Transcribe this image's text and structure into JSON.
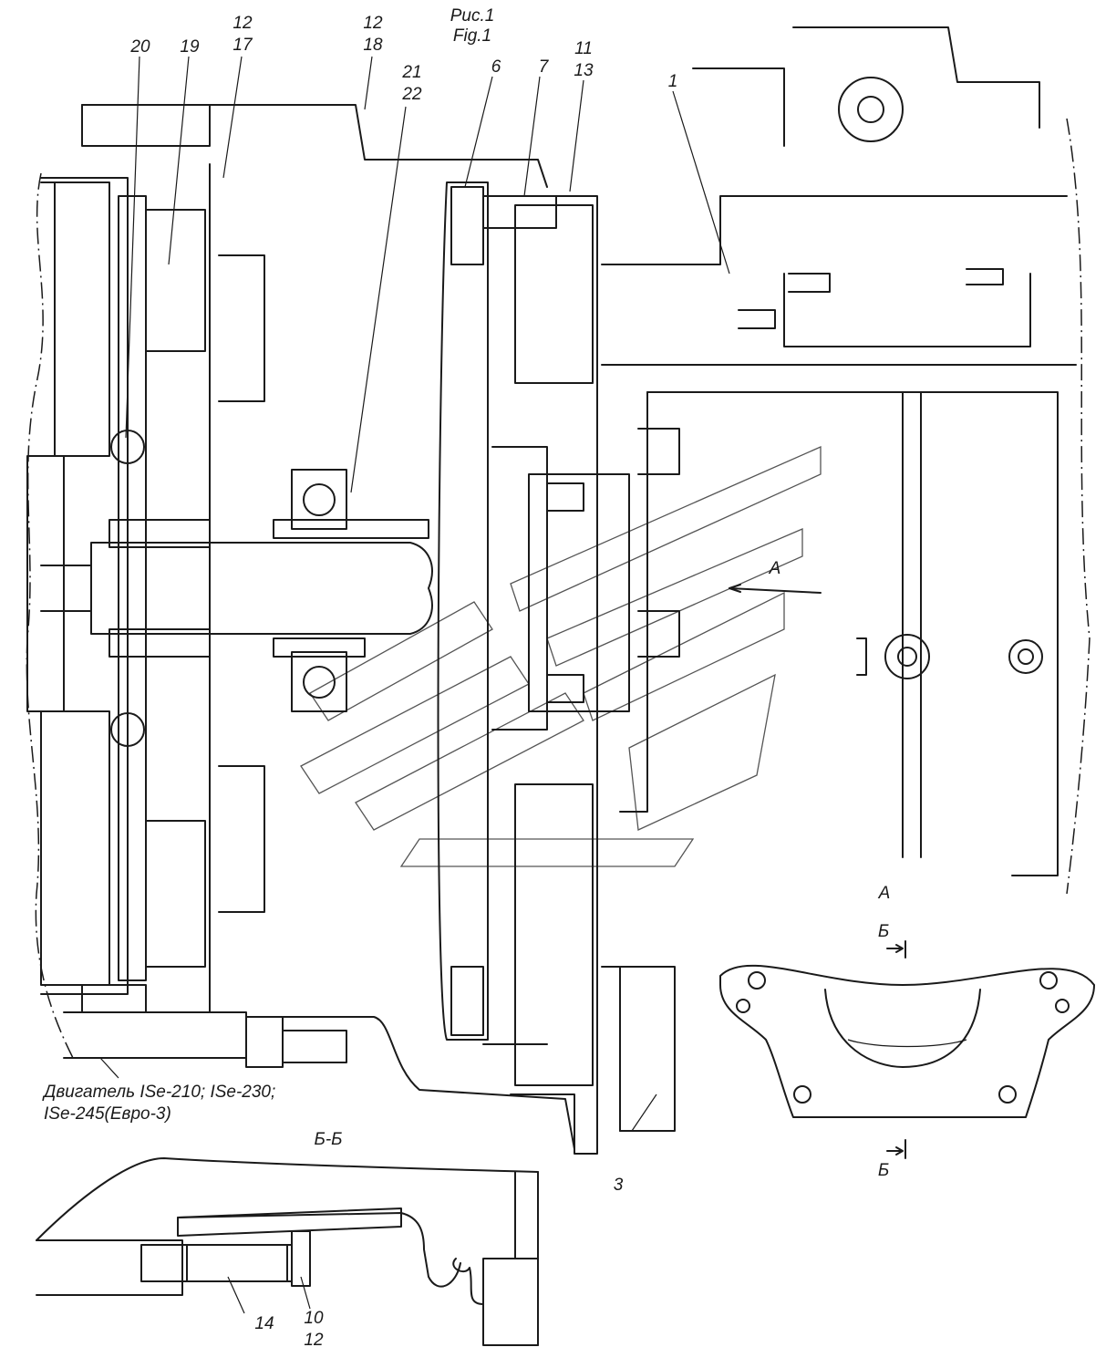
{
  "figure": {
    "title_ru": "Рис.1",
    "title_en": "Fig.1"
  },
  "callouts": {
    "c20": "20",
    "c19": "19",
    "c12_17_a": "12",
    "c12_17_b": "17",
    "c12_18_a": "12",
    "c12_18_b": "18",
    "c21_22_a": "21",
    "c21_22_b": "22",
    "c6": "6",
    "c7": "7",
    "c11_13_a": "11",
    "c11_13_b": "13",
    "c1": "1",
    "c3": "3",
    "c14": "14",
    "c10_12_a": "10",
    "c12_bottom": "12",
    "arrow_a": "A"
  },
  "engine_caption": {
    "line1": "Двигатель ISe-210; ISe-230;",
    "line2": "ISe-245(Евро-3)"
  },
  "view_a": {
    "title": "А",
    "section_mark_top": "Б",
    "section_mark_bottom": "Б"
  },
  "section_bb": {
    "title": "Б-Б"
  }
}
